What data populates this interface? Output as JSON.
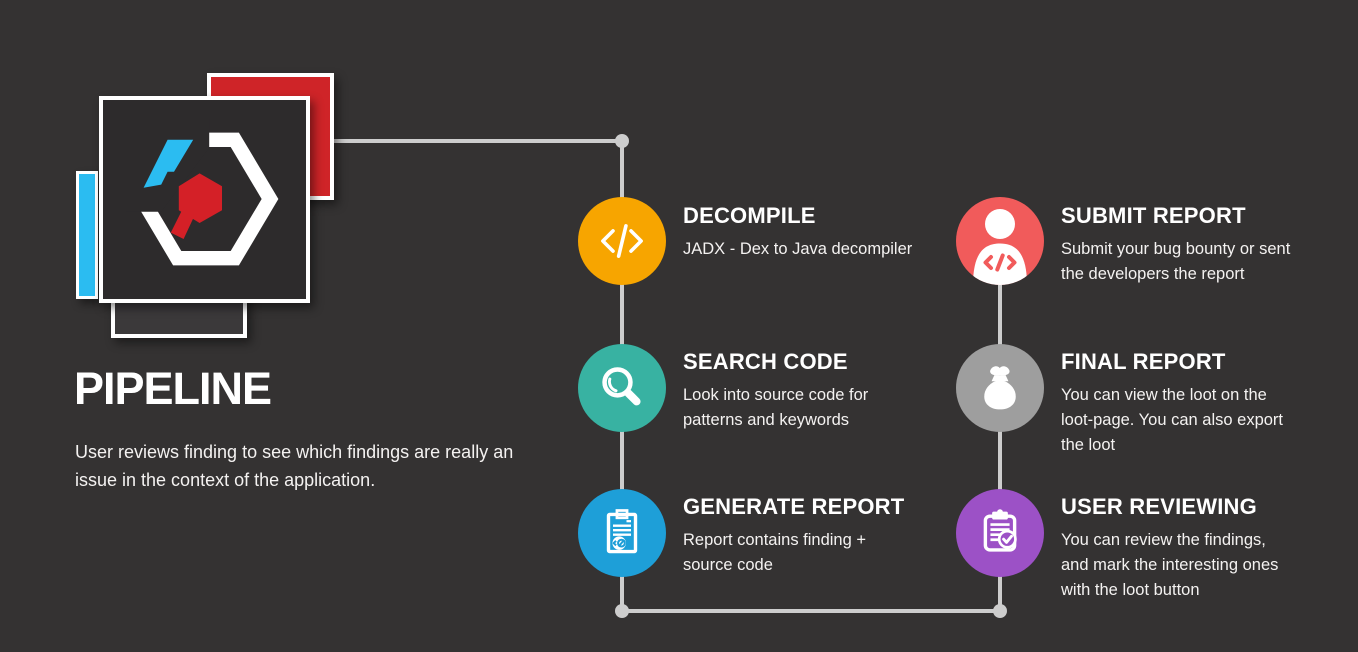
{
  "page": {
    "title": "PIPELINE",
    "description_lines": [
      "User reviews finding to see which findings are really an",
      "issue in the context of the application."
    ]
  },
  "colors": {
    "background": "#343232",
    "connector": "#cdcdcd",
    "logo_square_fill": "#2d2b2c",
    "logo_red": "#cf2428",
    "logo_cyan": "#2bbcf1"
  },
  "steps": [
    {
      "id": "decompile",
      "title": "DECOMPILE",
      "description_lines": [
        "JADX - Dex to Java decompiler"
      ],
      "color": "#f7a500",
      "icon": "code-icon"
    },
    {
      "id": "search-code",
      "title": "SEARCH CODE",
      "description_lines": [
        "Look into source code for",
        "patterns and keywords"
      ],
      "color": "#38b2a2",
      "icon": "magnifier-icon"
    },
    {
      "id": "generate-report",
      "title": "GENERATE REPORT",
      "description_lines": [
        "Report contains finding +",
        "source code"
      ],
      "color": "#1e9fd8",
      "icon": "report-clipboard-icon"
    },
    {
      "id": "submit-report",
      "title": "SUBMIT REPORT",
      "description_lines": [
        "Submit your bug bounty or sent",
        "the developers the report"
      ],
      "color": "#f15b5b",
      "icon": "person-code-icon"
    },
    {
      "id": "final-report",
      "title": "FINAL REPORT",
      "description_lines": [
        "You can view the loot on the",
        "loot-page. You can also export",
        "the loot"
      ],
      "color": "#9e9e9e",
      "icon": "loot-bag-icon"
    },
    {
      "id": "user-reviewing",
      "title": "USER REVIEWING",
      "description_lines": [
        "You can review the findings,",
        "and mark the interesting ones",
        "with the loot button"
      ],
      "color": "#9c51c6",
      "icon": "clipboard-check-icon"
    }
  ]
}
